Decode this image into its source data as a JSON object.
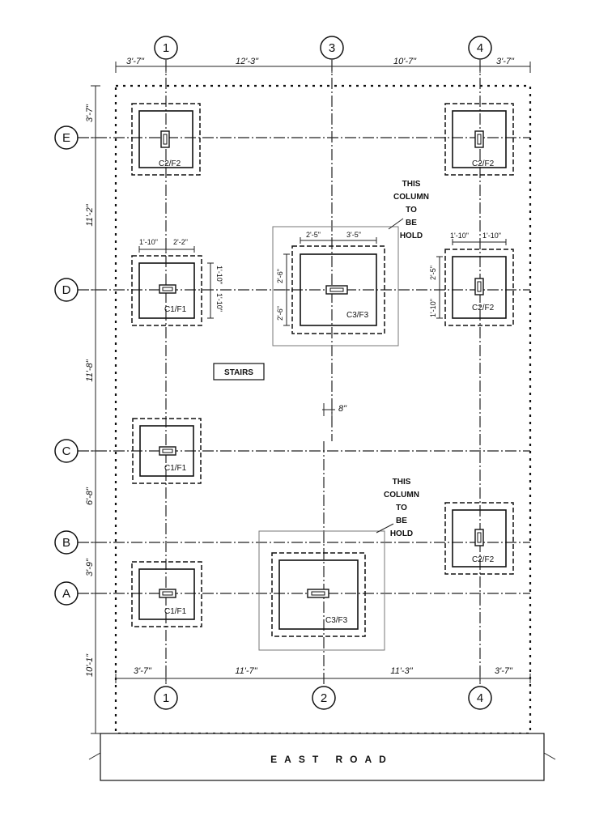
{
  "grid_bubbles": {
    "top": [
      "1",
      "3",
      "4"
    ],
    "bottom": [
      "1",
      "2",
      "4"
    ],
    "left": [
      "E",
      "D",
      "C",
      "B",
      "A"
    ]
  },
  "top_dims": [
    "3'-7\"",
    "12'-3\"",
    "10'-7\"",
    "3'-7\""
  ],
  "bottom_dims": [
    "3'-7\"",
    "11'-7\"",
    "11'-3\"",
    "3'-7\""
  ],
  "left_dims": [
    "3'-7\"",
    "11'-2\"",
    "11'-8\"",
    "6'-8\"",
    "3'-9\"",
    "10'-1\""
  ],
  "footings": [
    {
      "label": "C2/F2"
    },
    {
      "label": "C2/F2"
    },
    {
      "label": "C1/F1"
    },
    {
      "label": "C3/F3"
    },
    {
      "label": "C2/F2"
    },
    {
      "label": "C1/F1"
    },
    {
      "label": "C2/F2"
    },
    {
      "label": "C1/F1"
    },
    {
      "label": "C3/F3"
    }
  ],
  "footing_dims": {
    "d1_top_left": "1'-10\"",
    "d1_top_right": "2'-2\"",
    "d1_side_top": "1'-10\"",
    "d1_side_bottom": "1'-10\"",
    "d3_top_left": "2'-5\"",
    "d3_top_right": "3'-5\"",
    "d3_side_top": "2'-6\"",
    "d3_side_bottom": "2'-6\"",
    "d4_top_left": "1'-10\"",
    "d4_top_right": "1'-10\"",
    "d4_side_top": "2'-5\"",
    "d4_side_bottom": "1'-10\""
  },
  "notes": {
    "hold_1": [
      "THIS",
      "COLUMN",
      "TO",
      "BE",
      "HOLD"
    ],
    "hold_2": [
      "THIS",
      "COLUMN",
      "TO",
      "BE",
      "HOLD"
    ]
  },
  "stairs_label": "STAIRS",
  "offset_dim": "8\"",
  "road_label": "EAST ROAD"
}
